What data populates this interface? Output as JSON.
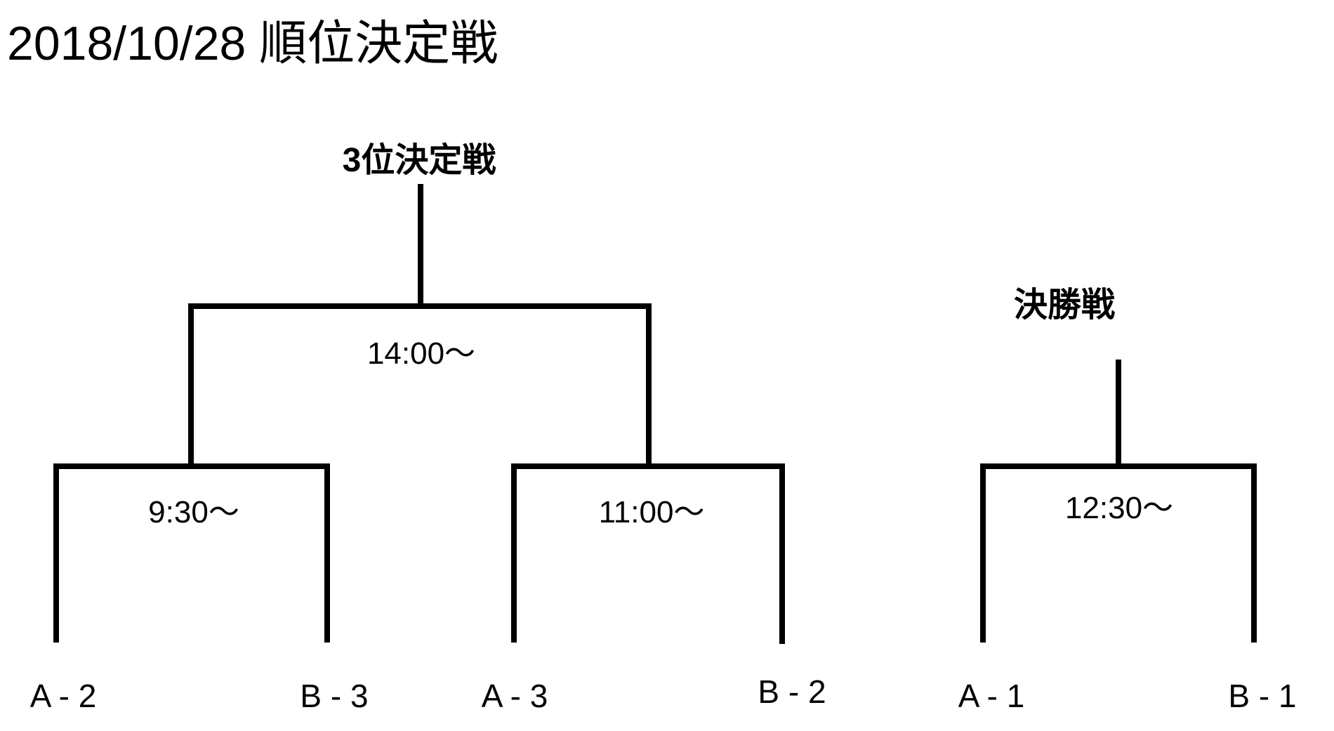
{
  "title": "2018/10/28 順位決定戦",
  "third_place": {
    "label": "3位決定戦",
    "time": "14:00〜"
  },
  "final": {
    "label": "決勝戦",
    "time": "12:30〜"
  },
  "matches": [
    {
      "time": "9:30〜",
      "team_left": "A - 2",
      "team_right": "B - 3"
    },
    {
      "time": "11:00〜",
      "team_left": "A - 3",
      "team_right": "B - 2"
    },
    {
      "time": "12:30〜",
      "team_left": "A - 1",
      "team_right": "B - 1"
    }
  ]
}
